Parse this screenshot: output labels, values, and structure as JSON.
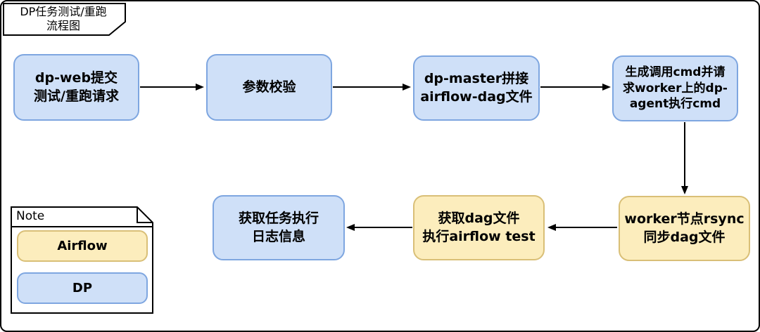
{
  "title": "DP任务测试/重跑\n流程图",
  "nodes": [
    {
      "id": "submit-request",
      "label": "dp-web提交\n测试/重跑请求",
      "system": "DP"
    },
    {
      "id": "param-validate",
      "label": "参数校验",
      "system": "DP"
    },
    {
      "id": "concat-dag",
      "label": "dp-master拼接\nairflow-dag文件",
      "system": "DP"
    },
    {
      "id": "gen-cmd",
      "label": "生成调用cmd并请\n求worker上的dp-\nagent执行cmd",
      "system": "DP"
    },
    {
      "id": "rsync-dag",
      "label": "worker节点rsync\n同步dag文件",
      "system": "Airflow"
    },
    {
      "id": "airflow-test",
      "label": "获取dag文件\n执行airflow test",
      "system": "Airflow"
    },
    {
      "id": "fetch-log",
      "label": "获取任务执行\n日志信息",
      "system": "DP"
    }
  ],
  "legend": {
    "title": "Note",
    "items": [
      {
        "label": "Airflow",
        "color": "#fcedbd"
      },
      {
        "label": "DP",
        "color": "#cfe0f8"
      }
    ]
  },
  "colors": {
    "dp_fill": "#cfe0f8",
    "dp_border": "#7ea6e0",
    "airflow_fill": "#fcedbd",
    "airflow_border": "#d9bf77",
    "arrow": "#000000",
    "frame_border": "#000000"
  }
}
